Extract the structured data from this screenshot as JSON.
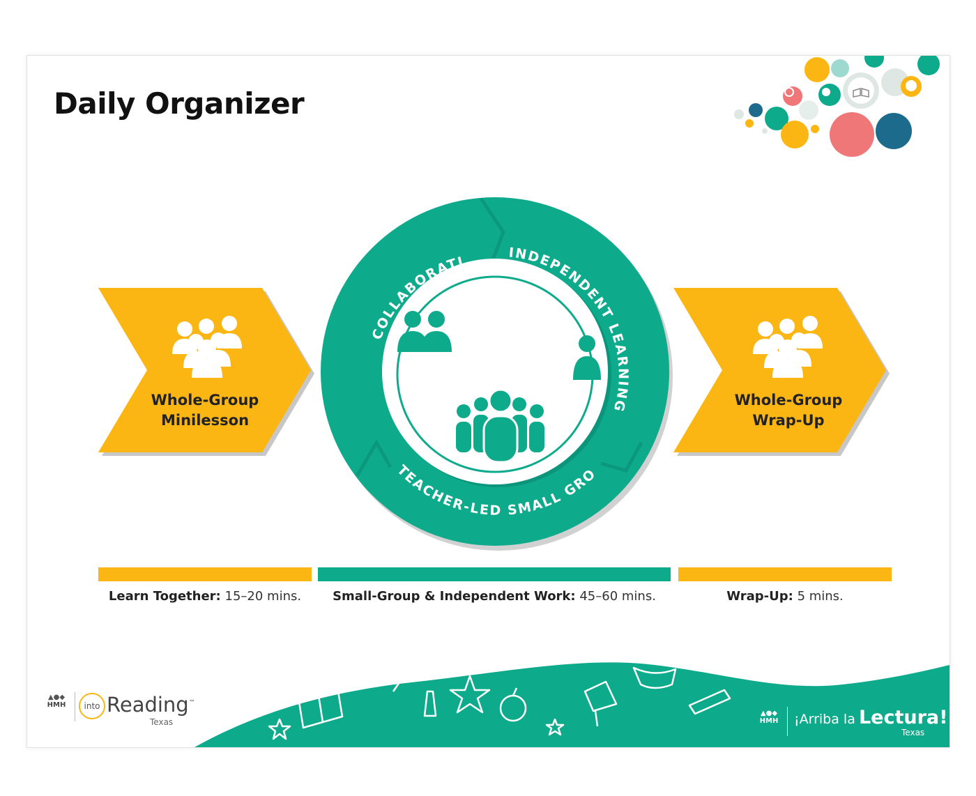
{
  "title": "Daily Organizer",
  "colors": {
    "yellow": "#fbb614",
    "teal": "#0eaa8c",
    "coral": "#f07778",
    "navy": "#1d6b8c"
  },
  "left_chevron": {
    "line1": "Whole-Group",
    "line2": "Minilesson",
    "icon": "group-icon"
  },
  "right_chevron": {
    "line1": "Whole-Group",
    "line2": "Wrap-Up",
    "icon": "group-icon"
  },
  "ring": {
    "collaborative": "COLLABORATIVE",
    "independent": "INDEPENDENT LEARNING",
    "teacher_led": "TEACHER-LED SMALL GROUP"
  },
  "timeline": [
    {
      "label": "Learn Together:",
      "value": "15–20 mins.",
      "color": "yellow"
    },
    {
      "label": "Small-Group & Independent Work:",
      "value": "45–60 mins.",
      "color": "teal"
    },
    {
      "label": "Wrap-Up:",
      "value": "5 mins.",
      "color": "yellow"
    }
  ],
  "logo_left": {
    "brand": "HMH",
    "into": "into",
    "word": "Reading",
    "tm": "™",
    "sub": "Texas"
  },
  "logo_right": {
    "brand": "HMH",
    "word_a": "¡Arriba la",
    "word_b": "Lectura!",
    "sub": "Texas"
  }
}
